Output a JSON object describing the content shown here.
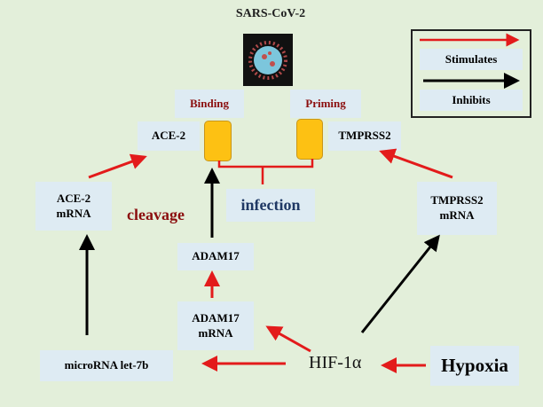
{
  "title": "SARS-CoV-2",
  "labels": {
    "binding": "Binding",
    "priming": "Priming",
    "ace2": "ACE-2",
    "tmprss2": "TMPRSS2",
    "infection": "infection",
    "cleavage": "cleavage",
    "ace2_mrna_1": "ACE-2",
    "ace2_mrna_2": "mRNA",
    "adam17": "ADAM17",
    "adam17_mrna_1": "ADAM17",
    "adam17_mrna_2": "mRNA",
    "tmprss2_mrna_1": "TMPRSS2",
    "tmprss2_mrna_2": "mRNA",
    "microrna": "microRNA let-7b",
    "hif": "HIF-1α",
    "hypoxia": "Hypoxia"
  },
  "legend": {
    "stimulates": "Stimulates",
    "inhibits": "Inhibits"
  },
  "colors": {
    "stimulate": "#e31b1b",
    "inhibit": "#000000",
    "accent_text": "#8b0e0e",
    "infection_text": "#1f3864"
  }
}
